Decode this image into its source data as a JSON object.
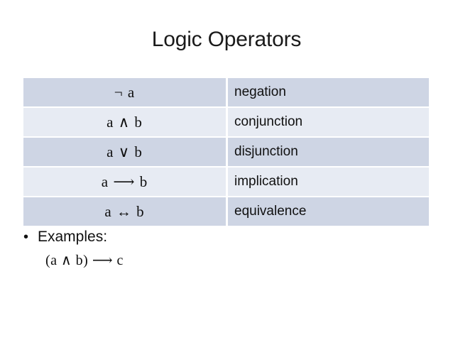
{
  "slide": {
    "title": "Logic Operators",
    "background_color": "#ffffff",
    "table": {
      "row_color_dark": "#ced5e4",
      "row_color_light": "#e7ebf3",
      "columns": [
        "expression",
        "name"
      ],
      "rows": [
        {
          "expression": "¬ a",
          "name": "negation",
          "shade": "dark"
        },
        {
          "expression": "a ∧ b",
          "name": "conjunction",
          "shade": "light"
        },
        {
          "expression": "a ∨ b",
          "name": "disjunction",
          "shade": "dark"
        },
        {
          "expression": "a ⟶ b",
          "name": "implication",
          "shade": "light"
        },
        {
          "expression": "a ↔ b",
          "name": "equivalence",
          "shade": "dark"
        }
      ]
    },
    "bullets": [
      {
        "marker": "•",
        "text": "Examples:",
        "sub_formula": "(a ∧ b) ⟶ c"
      }
    ]
  }
}
